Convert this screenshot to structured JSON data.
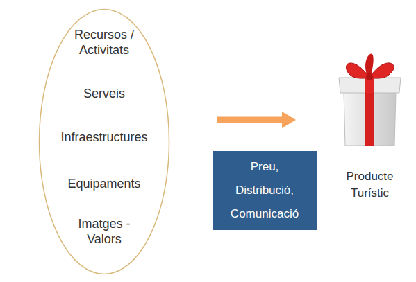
{
  "diagram": {
    "nodes": [
      {
        "text": [
          "Recursos / Activitats",
          "Serveis",
          "Infraestructures",
          "Equipaments",
          "Imatges - Valors"
        ]
      },
      {
        "text": [
          "Preu, Distribució, Comunicació"
        ]
      },
      {
        "text": [
          "Producte Turístic"
        ]
      }
    ],
    "edges": [
      {
        "from": 0,
        "to": 2,
        "arrow": "to"
      }
    ]
  }
}
